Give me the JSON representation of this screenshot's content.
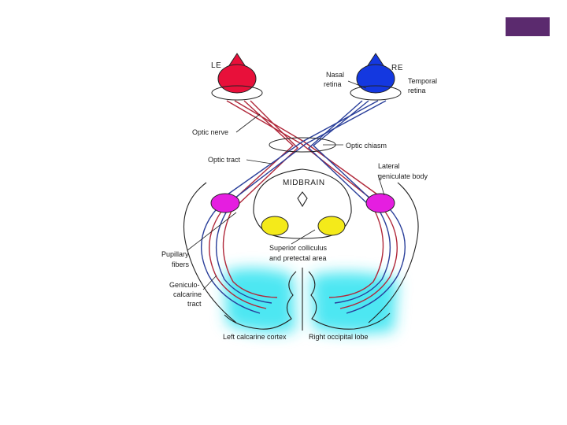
{
  "colors": {
    "corner_tab": "#5b2a6e",
    "left_eye": "#e8103a",
    "right_eye": "#1438e0",
    "lgn": "#e51ee0",
    "colliculus": "#f4ea1a",
    "cortex_glow": "#2fe3f0",
    "red_fiber": "#b0283a",
    "blue_fiber": "#2a3f9a"
  },
  "labels": {
    "le": "LE",
    "re": "RE",
    "nasal_retina": [
      "Nasal",
      "retina"
    ],
    "temporal_retina": [
      "Temporal",
      "retina"
    ],
    "optic_nerve": "Optic nerve",
    "optic_chiasm": "Optic chiasm",
    "optic_tract": "Optic tract",
    "lgb": [
      "Lateral",
      "geniculate body"
    ],
    "midbrain": "MIDBRAIN",
    "pupillary": [
      "Pupillary",
      "fibers"
    ],
    "colliculus": [
      "Superior colliculus",
      "and pretectal area"
    ],
    "geniculocalcarine": [
      "Geniculo-",
      "calcarine",
      "tract"
    ],
    "left_calcarine": "Left calcarine cortex",
    "right_occipital": "Right occipital lobe"
  }
}
